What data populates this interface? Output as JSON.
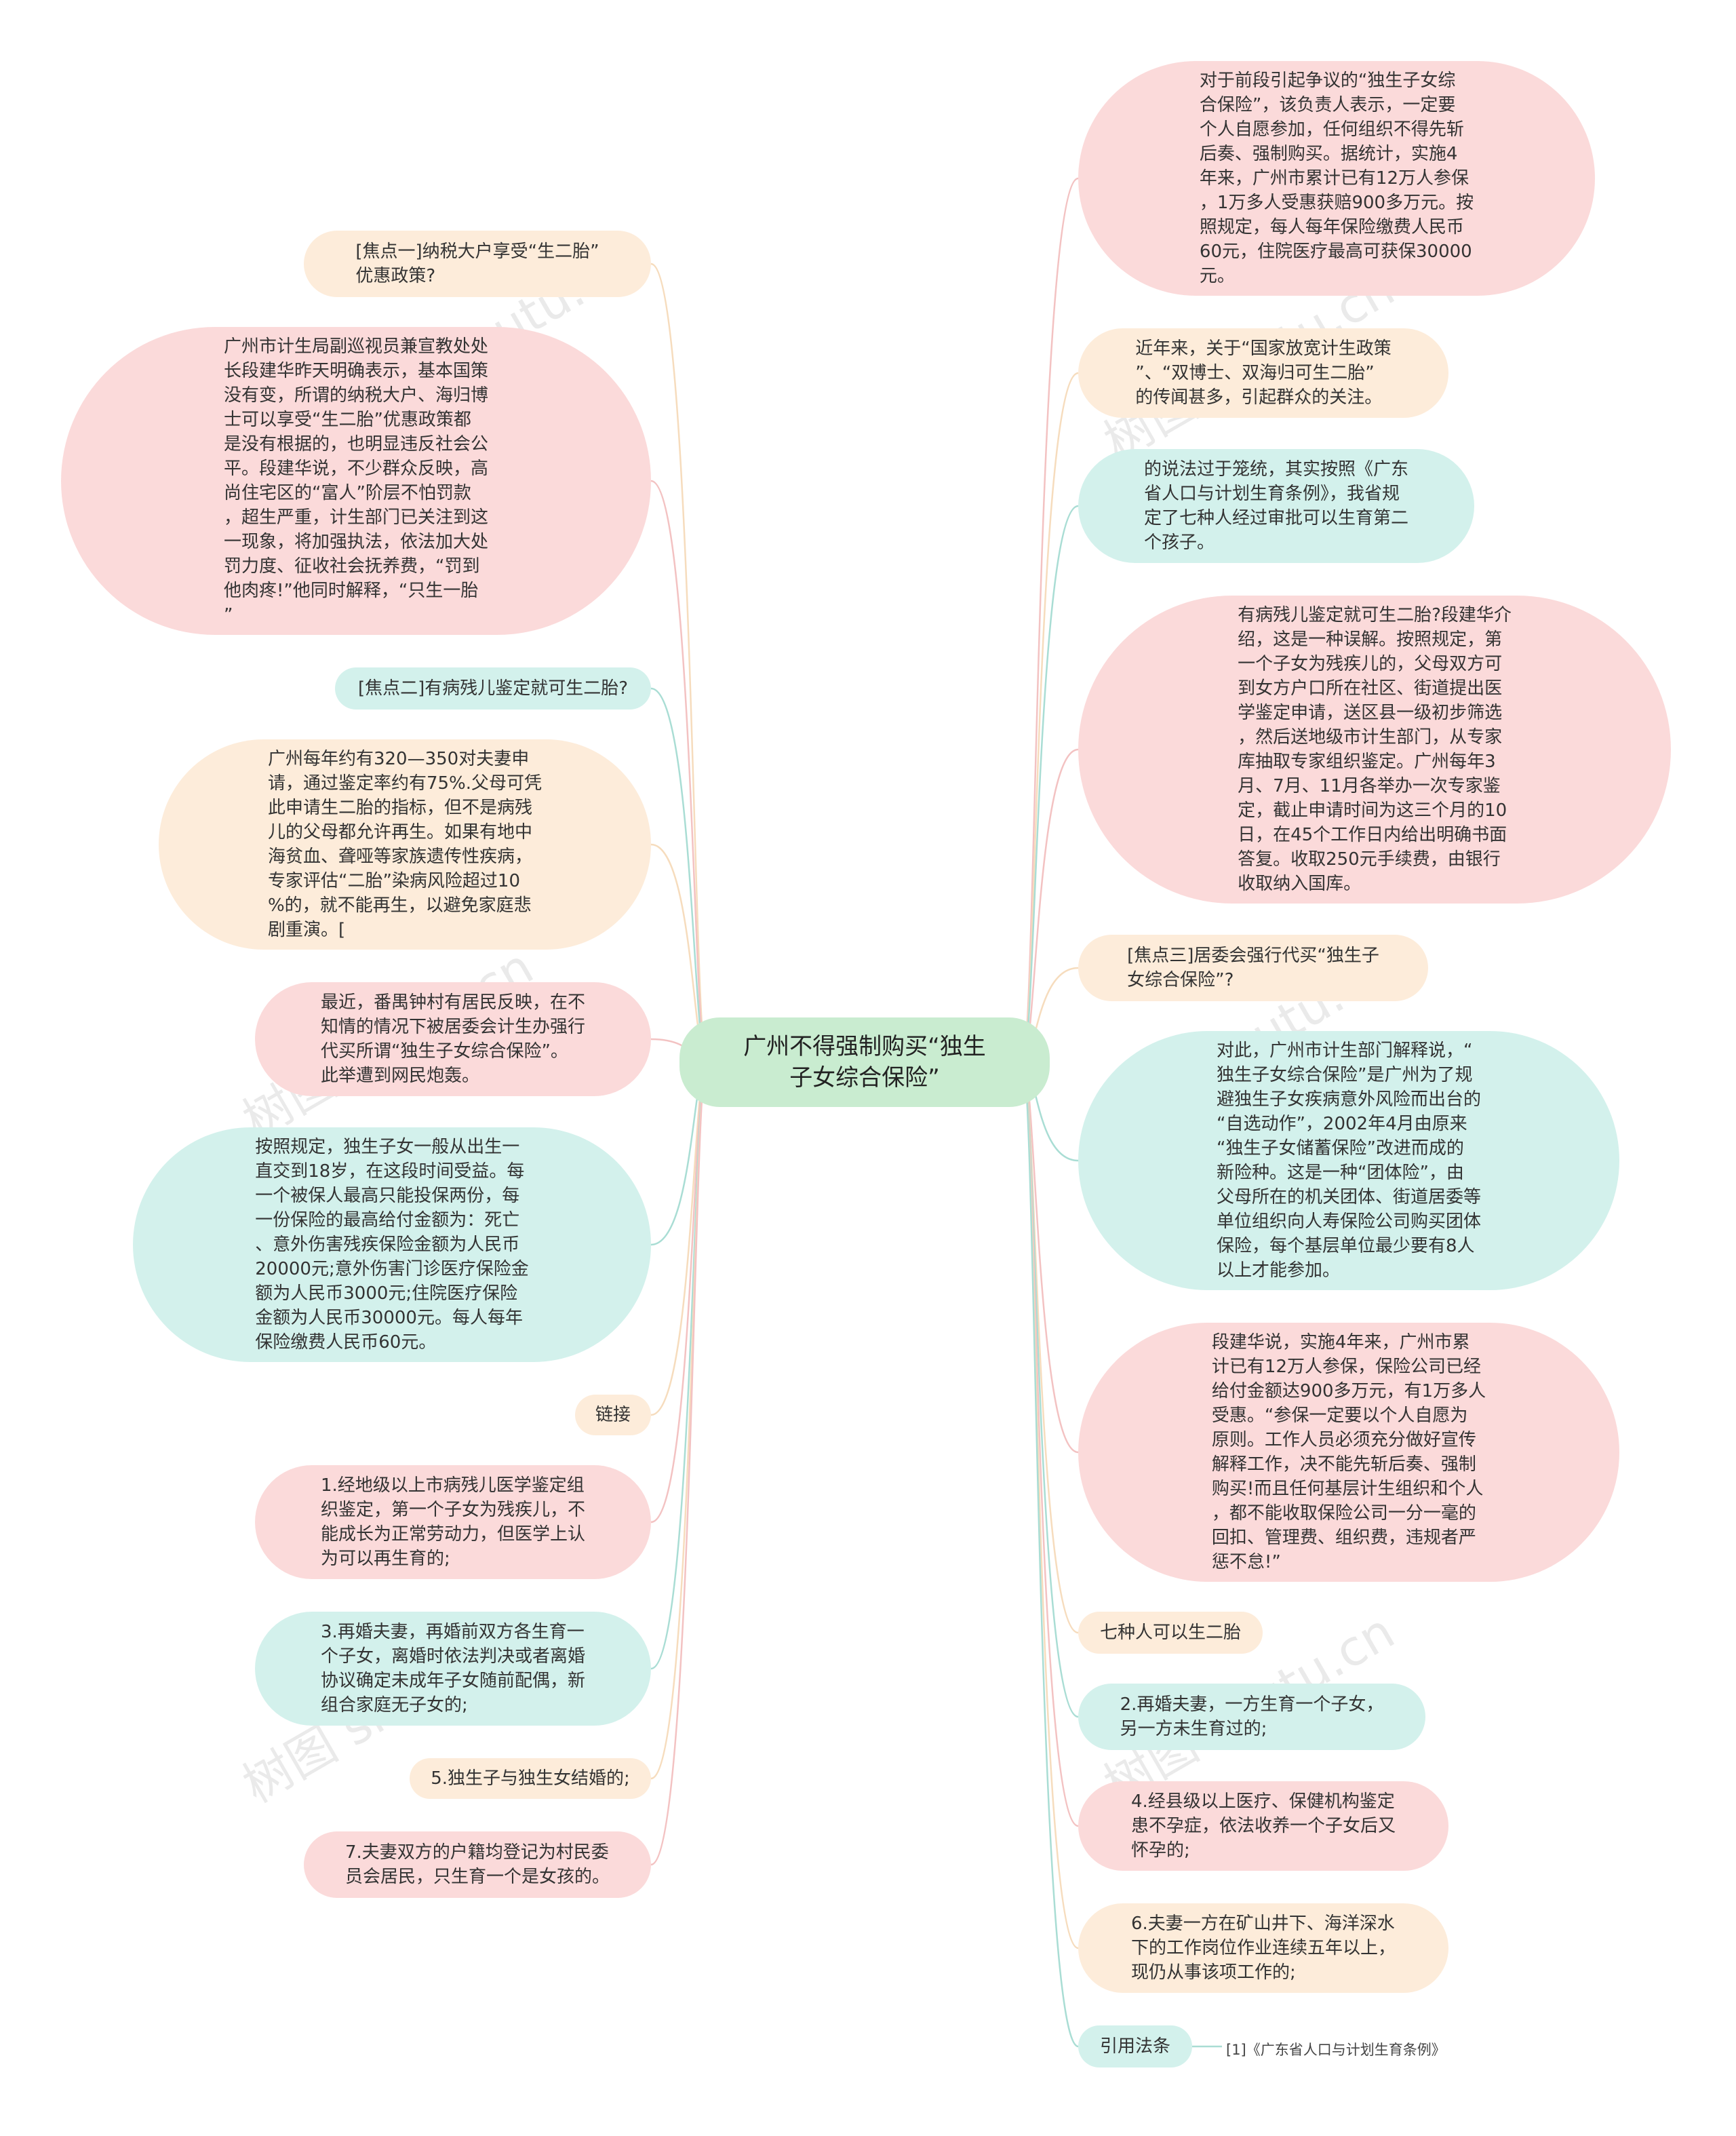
{
  "root": {
    "label": "广州不得强制购买“独生\n子女综合保险”"
  },
  "left_nodes": [
    {
      "id": "L1",
      "text": "[焦点一]纳税大户享受“生二胎”\n优惠政策?"
    },
    {
      "id": "L2",
      "text": "广州市计生局副巡视员兼宣教处处\n长段建华昨天明确表示，基本国策\n没有变，所谓的纳税大户、海归博\n士可以享受“生二胎”优惠政策都\n是没有根据的，也明显违反社会公\n平。段建华说，不少群众反映，高\n尚住宅区的“富人”阶层不怕罚款\n，超生严重，计生部门已关注到这\n一现象，将加强执法，依法加大处\n罚力度、征收社会抚养费，“罚到\n他肉疼!”他同时解释，“只生一胎\n”"
    },
    {
      "id": "L3",
      "text": "[焦点二]有病残儿鉴定就可生二胎?"
    },
    {
      "id": "L4",
      "text": "广州每年约有320—350对夫妻申\n请，通过鉴定率约有75%.父母可凭\n此申请生二胎的指标，但不是病残\n儿的父母都允许再生。如果有地中\n海贫血、聋哑等家族遗传性疾病，\n专家评估“二胎”染病风险超过10\n%的，就不能再生，以避免家庭悲\n剧重演。["
    },
    {
      "id": "L5",
      "text": "最近，番禺钟村有居民反映，在不\n知情的情况下被居委会计生办强行\n代买所谓“独生子女综合保险”。\n此举遭到网民炮轰。"
    },
    {
      "id": "L6",
      "text": "按照规定，独生子女一般从出生一\n直交到18岁，在这段时间受益。每\n一个被保人最高只能投保两份，每\n一份保险的最高给付金额为：死亡\n、意外伤害残疾保险金额为人民币\n20000元;意外伤害门诊医疗保险金\n额为人民币3000元;住院医疗保险\n金额为人民币30000元。每人每年\n保险缴费人民币60元。"
    },
    {
      "id": "L7",
      "text": "链接"
    },
    {
      "id": "L8",
      "text": "1.经地级以上市病残儿医学鉴定组\n织鉴定，第一个子女为残疾儿，不\n能成长为正常劳动力，但医学上认\n为可以再生育的;"
    },
    {
      "id": "L9",
      "text": "3.再婚夫妻，再婚前双方各生育一\n个子女，离婚时依法判决或者离婚\n协议确定未成年子女随前配偶，新\n组合家庭无子女的;"
    },
    {
      "id": "L10",
      "text": "5.独生子与独生女结婚的;"
    },
    {
      "id": "L11",
      "text": "7.夫妻双方的户籍均登记为村民委\n员会居民，只生育一个是女孩的。"
    }
  ],
  "right_nodes": [
    {
      "id": "R1",
      "text": "对于前段引起争议的“独生子女综\n合保险”，该负责人表示，一定要\n个人自愿参加，任何组织不得先斩\n后奏、强制购买。据统计，实施4\n年来，广州市累计已有12万人参保\n，1万多人受惠获赔900多万元。按\n照规定，每人每年保险缴费人民币\n60元，住院医疗最高可获保30000\n元。"
    },
    {
      "id": "R2",
      "text": "近年来，关于“国家放宽计生政策\n”、“双博士、双海归可生二胎”\n的传闻甚多，引起群众的关注。"
    },
    {
      "id": "R3",
      "text": "的说法过于笼统，其实按照《广东\n省人口与计划生育条例》，我省规\n定了七种人经过审批可以生育第二\n个孩子。"
    },
    {
      "id": "R4",
      "text": "有病残儿鉴定就可生二胎?段建华介\n绍，这是一种误解。按照规定，第\n一个子女为残疾儿的，父母双方可\n到女方户口所在社区、街道提出医\n学鉴定申请，送区县一级初步筛选\n，然后送地级市计生部门，从专家\n库抽取专家组织鉴定。广州每年3\n月、7月、11月各举办一次专家鉴\n定，截止申请时间为这三个月的10\n日，在45个工作日内给出明确书面\n答复。收取250元手续费，由银行\n收取纳入国库。"
    },
    {
      "id": "R5",
      "text": "[焦点三]居委会强行代买“独生子\n女综合保险”?"
    },
    {
      "id": "R6",
      "text": "对此，广州市计生部门解释说，“\n独生子女综合保险”是广州为了规\n避独生子女疾病意外风险而出台的\n“自选动作”，2002年4月由原来\n“独生子女储蓄保险”改进而成的\n新险种。这是一种“团体险”，由\n父母所在的机关团体、街道居委等\n单位组织向人寿保险公司购买团体\n保险，每个基层单位最少要有8人\n以上才能参加。"
    },
    {
      "id": "R7",
      "text": "段建华说，实施4年来，广州市累\n计已有12万人参保，保险公司已经\n给付金额达900多万元，有1万多人\n受惠。“参保一定要以个人自愿为\n原则。工作人员必须充分做好宣传\n解释工作，决不能先斩后奏、强制\n购买!而且任何基层计生组织和个人\n，都不能收取保险公司一分一毫的\n回扣、管理费、组织费，违规者严\n惩不怠!”"
    },
    {
      "id": "R8",
      "text": "七种人可以生二胎"
    },
    {
      "id": "R9",
      "text": "2.再婚夫妻，一方生育一个子女，\n另一方未生育过的;"
    },
    {
      "id": "R10",
      "text": "4.经县级以上医疗、保健机构鉴定\n患不孕症，依法收养一个子女后又\n怀孕的;"
    },
    {
      "id": "R11",
      "text": "6.夫妻一方在矿山井下、海洋深水\n下的工作岗位作业连续五年以上，\n现仍从事该项工作的;"
    },
    {
      "id": "R12",
      "text": "引用法条"
    }
  ],
  "citation": {
    "text": "[1]《广东省人口与计划生育条例》"
  },
  "watermark": {
    "text": "树图 shutu.cn"
  },
  "colors": {
    "pink": "#fbdada",
    "peach": "#fdecda",
    "mint": "#d3f1ec",
    "center": "#c9ecd0",
    "link_pink": "#f3c2c2",
    "link_peach": "#f6dcbd",
    "link_mint": "#a9ddd4"
  }
}
